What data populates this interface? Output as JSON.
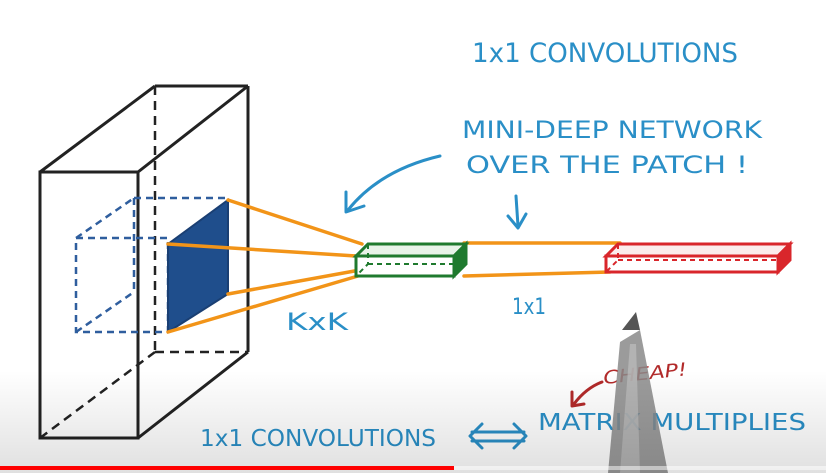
{
  "title": "1x1 CONVOLUTIONS",
  "annotation": {
    "line1": "MINI-DEEP NETWORK",
    "line2": "OVER THE PATCH !"
  },
  "labels": {
    "kxk": "KxK",
    "one_by_one": "1x1",
    "cheap": "CHEAP!",
    "equation_left": "1x1 CONVOLUTIONS",
    "equation_arrow": "<=>",
    "equation_right": "MATRIX MULTIPLIES"
  },
  "colors": {
    "ink_blue": "#2a8fc7",
    "patch_blue": "#1f4e8c",
    "orange": "#f29418",
    "green": "#1f7a2e",
    "red": "#d9262b",
    "dark_red": "#b22a2a",
    "black": "#222222",
    "progress": "#ff0000"
  },
  "video": {
    "progress_fraction": 0.55
  }
}
